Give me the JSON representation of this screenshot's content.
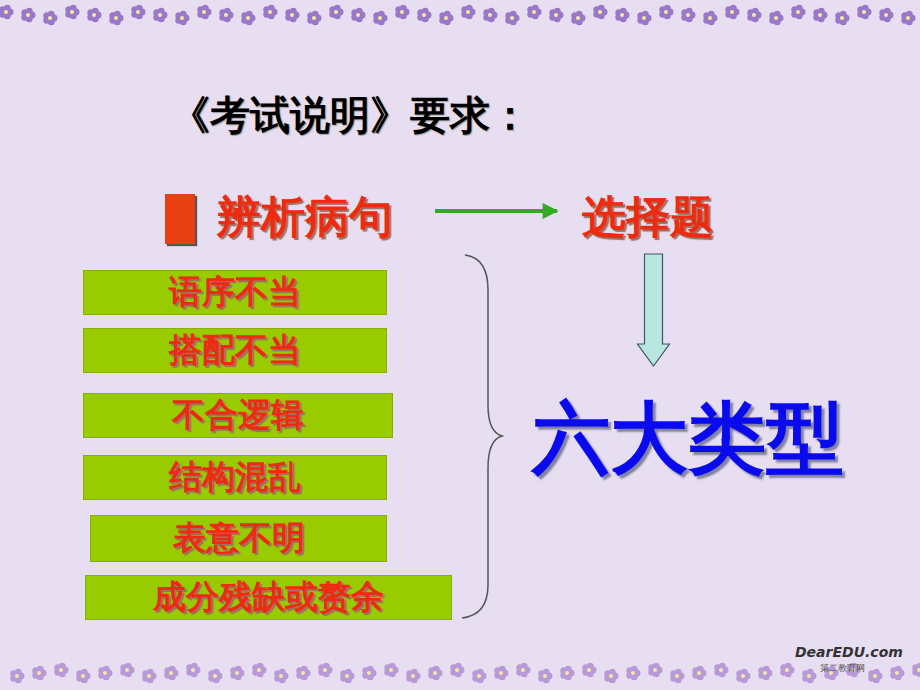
{
  "diagram": {
    "title": "《考试说明》要求：",
    "nodes": [
      {
        "text": [
          "辨析病句"
        ]
      },
      {
        "text": [
          "选择题"
        ]
      },
      {
        "text": [
          "语序不当"
        ]
      },
      {
        "text": [
          "搭配不当"
        ]
      },
      {
        "text": [
          "不合逻辑"
        ]
      },
      {
        "text": [
          "结构混乱"
        ]
      },
      {
        "text": [
          "表意不明"
        ]
      },
      {
        "text": [
          "成分残缺或赘余"
        ]
      },
      {
        "text": [
          "六大类型"
        ]
      }
    ],
    "edges": [
      {
        "from": 0,
        "to": 1,
        "arrow": "to"
      },
      {
        "from": 1,
        "to": 8,
        "arrow": "to"
      }
    ],
    "labels": [
      "DearEDU.com",
      "第二教育网"
    ]
  }
}
